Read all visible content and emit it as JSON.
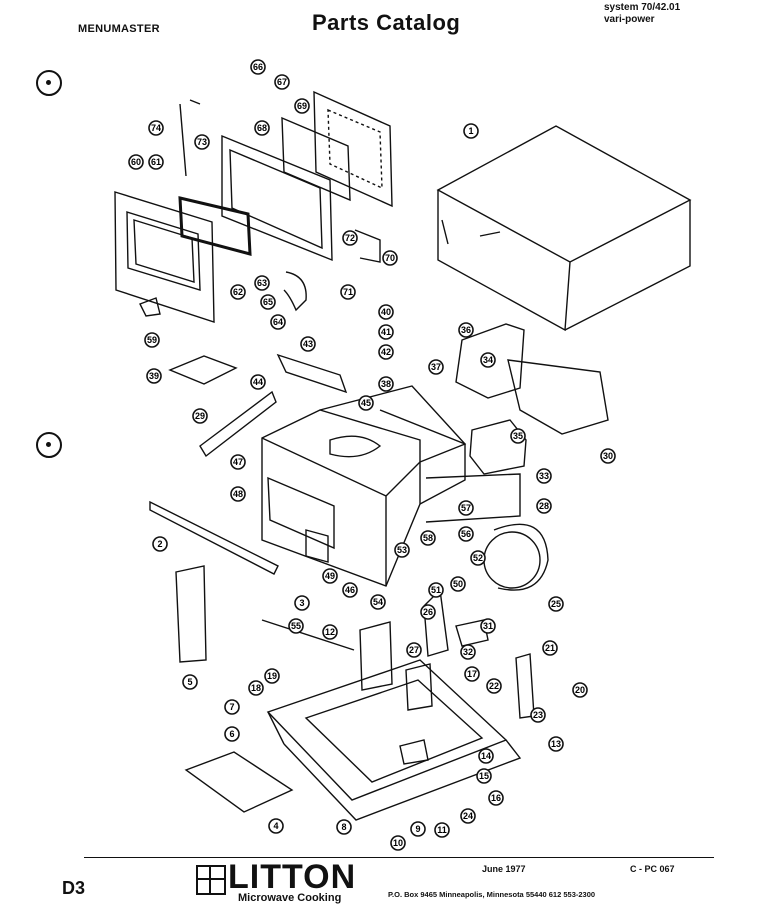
{
  "header": {
    "brand": "MENUMASTER",
    "title": "Parts  Catalog",
    "system": "system 70/42.01",
    "model": "vari-power"
  },
  "footer": {
    "page": "D3",
    "logo_text": "LITTON",
    "logo_sub": "Microwave Cooking",
    "date": "June 1977",
    "code": "C - PC 067",
    "address": "P.O. Box 9465   Minneapolis, Minnesota 55440   612  553-2300"
  },
  "callouts": [
    "1",
    "2",
    "3",
    "4",
    "5",
    "6",
    "7",
    "8",
    "9",
    "10",
    "11",
    "12",
    "13",
    "14",
    "15",
    "16",
    "17",
    "18",
    "19",
    "20",
    "21",
    "22",
    "23",
    "24",
    "25",
    "26",
    "27",
    "28",
    "29",
    "30",
    "31",
    "32",
    "33",
    "34",
    "35",
    "36",
    "37",
    "38",
    "39",
    "40",
    "41",
    "42",
    "43",
    "44",
    "45",
    "46",
    "47",
    "48",
    "49",
    "50",
    "51",
    "52",
    "53",
    "54",
    "55",
    "56",
    "57",
    "58",
    "59",
    "60",
    "61",
    "62",
    "63",
    "64",
    "65",
    "66",
    "67",
    "68",
    "69",
    "70",
    "71",
    "72",
    "73",
    "74"
  ]
}
